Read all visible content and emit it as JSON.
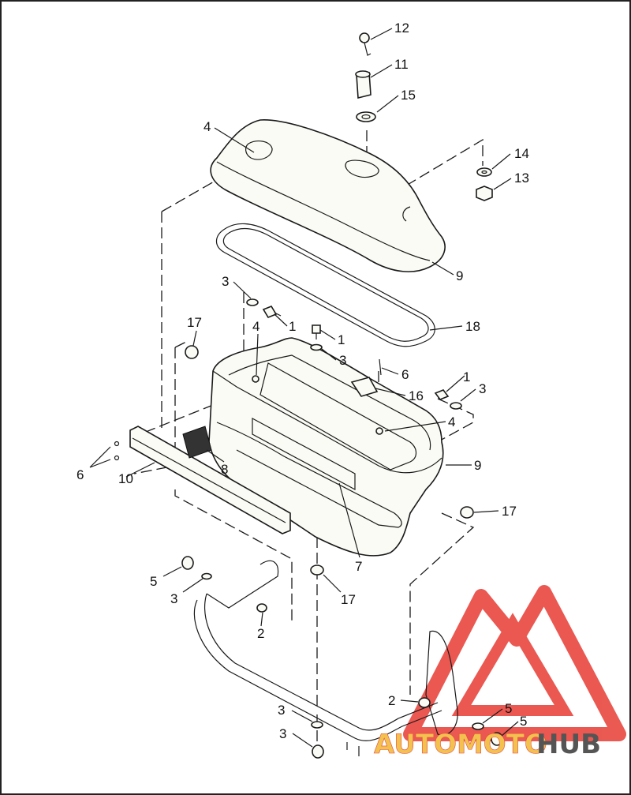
{
  "callouts": [
    {
      "id": "c12",
      "label": "12"
    },
    {
      "id": "c11",
      "label": "11"
    },
    {
      "id": "c15",
      "label": "15"
    },
    {
      "id": "c4a",
      "label": "4"
    },
    {
      "id": "c14",
      "label": "14"
    },
    {
      "id": "c13",
      "label": "13"
    },
    {
      "id": "c9a",
      "label": "9"
    },
    {
      "id": "c3a",
      "label": "3"
    },
    {
      "id": "c1a",
      "label": "1"
    },
    {
      "id": "c18",
      "label": "18"
    },
    {
      "id": "c17a",
      "label": "17"
    },
    {
      "id": "c4b",
      "label": "4"
    },
    {
      "id": "c1b",
      "label": "1"
    },
    {
      "id": "c3b",
      "label": "3"
    },
    {
      "id": "c6b",
      "label": "6"
    },
    {
      "id": "c1c",
      "label": "1"
    },
    {
      "id": "c3c",
      "label": "3"
    },
    {
      "id": "c16",
      "label": "16"
    },
    {
      "id": "c4c",
      "label": "4"
    },
    {
      "id": "c9b",
      "label": "9"
    },
    {
      "id": "c6a",
      "label": "6"
    },
    {
      "id": "c10",
      "label": "10"
    },
    {
      "id": "c8",
      "label": "8"
    },
    {
      "id": "c17b",
      "label": "17"
    },
    {
      "id": "c7",
      "label": "7"
    },
    {
      "id": "c5a",
      "label": "5"
    },
    {
      "id": "c3d",
      "label": "3"
    },
    {
      "id": "c17c",
      "label": "17"
    },
    {
      "id": "c2a",
      "label": "2"
    },
    {
      "id": "c2b",
      "label": "2"
    },
    {
      "id": "c3e",
      "label": "3"
    },
    {
      "id": "c5b",
      "label": "5"
    },
    {
      "id": "c3f",
      "label": "3"
    },
    {
      "id": "c5c",
      "label": "5"
    }
  ],
  "watermark": {
    "part1": "AUTOMOTO",
    "part2": "HUB",
    "color_primary": "#e8473f",
    "color_secondary": "#555555",
    "color_accent": "#f2c14e"
  }
}
